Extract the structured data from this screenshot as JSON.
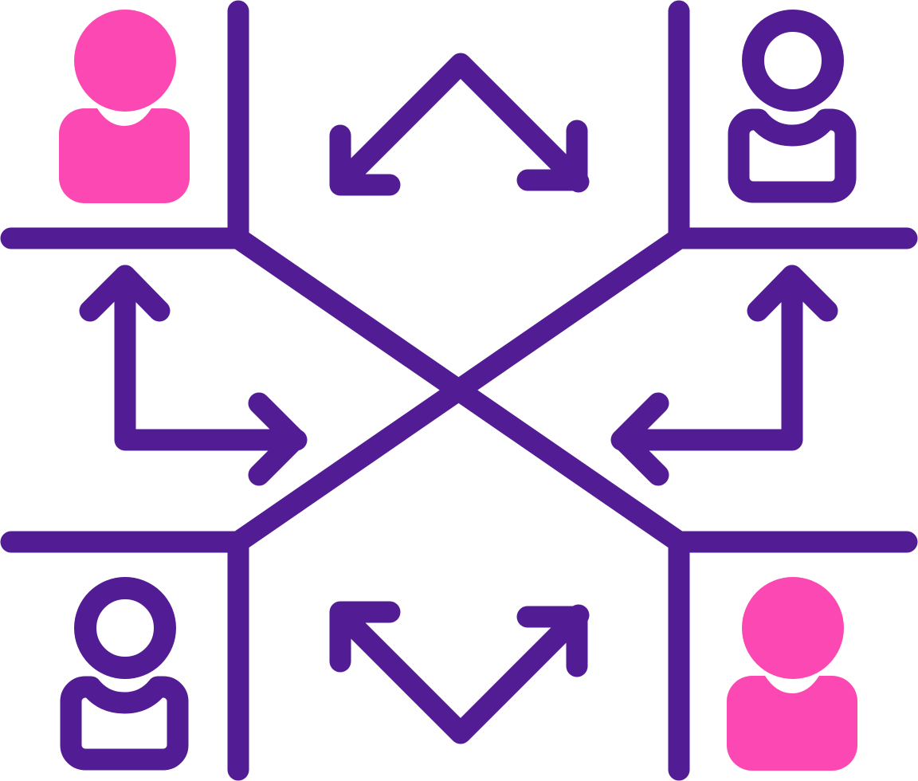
{
  "colors": {
    "primary": "#521c94",
    "accent": "#fb48b3",
    "background": "#ffffff"
  },
  "nodes": [
    {
      "id": "user-top-left",
      "icon": "user-icon",
      "style": "filled"
    },
    {
      "id": "user-top-right",
      "icon": "user-icon",
      "style": "outline"
    },
    {
      "id": "user-bottom-left",
      "icon": "user-icon",
      "style": "outline"
    },
    {
      "id": "user-bottom-right",
      "icon": "user-icon",
      "style": "filled"
    }
  ],
  "arrows": [
    {
      "id": "arrow-top",
      "icon": "double-arrow-icon"
    },
    {
      "id": "arrow-left",
      "icon": "double-arrow-icon"
    },
    {
      "id": "arrow-right",
      "icon": "double-arrow-icon"
    },
    {
      "id": "arrow-bottom",
      "icon": "double-arrow-icon"
    }
  ]
}
